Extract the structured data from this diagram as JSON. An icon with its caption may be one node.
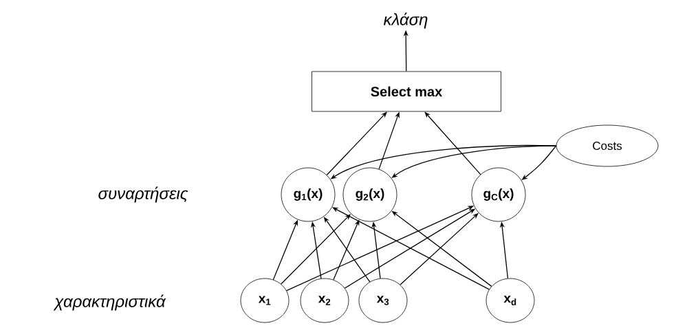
{
  "diagram": {
    "nodes": [
      {
        "text": [
          "κλάση"
        ]
      },
      {
        "text": [
          "Select max"
        ]
      },
      {
        "text": [
          "Costs"
        ]
      },
      {
        "text": [
          "g$_{1}$(x)"
        ]
      },
      {
        "text": [
          "g$_{2}$(x)"
        ]
      },
      {
        "text": [
          "g$_{C}$(x)"
        ]
      },
      {
        "text": [
          "x$_{1}$"
        ]
      },
      {
        "text": [
          "x$_{2}$"
        ]
      },
      {
        "text": [
          "x$_{3}$"
        ]
      },
      {
        "text": [
          "x$_{d}$"
        ]
      }
    ],
    "edges": [
      {
        "from": 1,
        "to": 0,
        "arrow": "to"
      },
      {
        "from": 3,
        "to": 1,
        "arrow": "to"
      },
      {
        "from": 4,
        "to": 1,
        "arrow": "to"
      },
      {
        "from": 5,
        "to": 1,
        "arrow": "to"
      },
      {
        "from": 2,
        "to": 3,
        "arrow": "to"
      },
      {
        "from": 2,
        "to": 4,
        "arrow": "to"
      },
      {
        "from": 2,
        "to": 5,
        "arrow": "to"
      },
      {
        "from": 6,
        "to": 3,
        "arrow": "to"
      },
      {
        "from": 6,
        "to": 4,
        "arrow": "to"
      },
      {
        "from": 6,
        "to": 5,
        "arrow": "to"
      },
      {
        "from": 7,
        "to": 3,
        "arrow": "to"
      },
      {
        "from": 7,
        "to": 4,
        "arrow": "to"
      },
      {
        "from": 7,
        "to": 5,
        "arrow": "to"
      },
      {
        "from": 8,
        "to": 3,
        "arrow": "to"
      },
      {
        "from": 8,
        "to": 4,
        "arrow": "to"
      },
      {
        "from": 8,
        "to": 5,
        "arrow": "to"
      },
      {
        "from": 9,
        "to": 3,
        "arrow": "to"
      },
      {
        "from": 9,
        "to": 4,
        "arrow": "to"
      },
      {
        "from": 9,
        "to": 5,
        "arrow": "to"
      }
    ],
    "labels": [
      "συναρτήσεις",
      "χαρακτηριστικά"
    ]
  }
}
